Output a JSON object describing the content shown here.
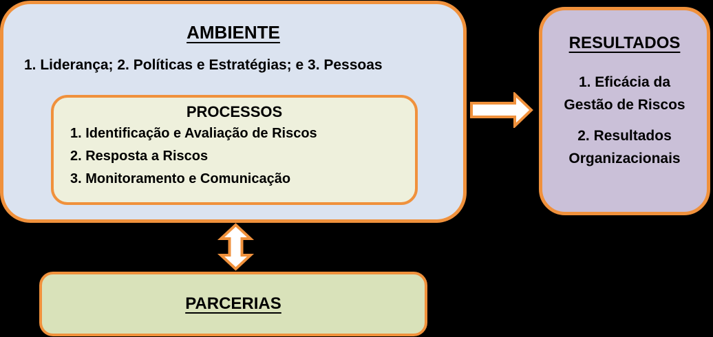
{
  "colors": {
    "background": "#000000",
    "border_orange": "#f0913c",
    "ambiente_fill": "#dbe3f0",
    "processos_fill": "#eef0dc",
    "resultados_fill": "#cac0d8",
    "parcerias_fill": "#d9e2ba",
    "arrow_fill": "#ffffff",
    "text": "#000000"
  },
  "ambiente": {
    "title": "AMBIENTE",
    "items_line": "1. Liderança; 2. Políticas e Estratégias; e 3. Pessoas"
  },
  "processos": {
    "title": "PROCESSOS",
    "items": [
      "1. Identificação e Avaliação de Riscos",
      "2. Resposta a Riscos",
      "3. Monitoramento e Comunicação"
    ]
  },
  "resultados": {
    "title": "RESULTADOS",
    "items": [
      "1. Eficácia da Gestão de Riscos",
      "2. Resultados Organizacionais"
    ]
  },
  "parcerias": {
    "title": "PARCERIAS"
  },
  "icons": {
    "flow_arrow": "right-arrow-icon",
    "link_arrow": "double-vertical-arrow-icon"
  }
}
